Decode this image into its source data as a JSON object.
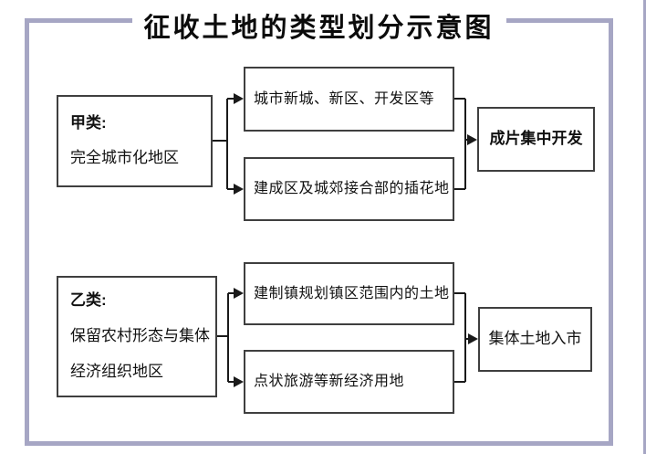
{
  "title": "征收土地的类型划分示意图",
  "colors": {
    "frame": "#a6a6c4",
    "box_border": "#3f3f3f",
    "connector": "#1a1a1a",
    "text": "#111111",
    "background": "#ffffff"
  },
  "groups": [
    {
      "source": {
        "heading": "甲类:",
        "lines": [
          "完全城市化地区"
        ]
      },
      "branches": [
        "城市新城、新区、开发区等",
        "建成区及城郊接合部的插花地"
      ],
      "result": "成片集中开发"
    },
    {
      "source": {
        "heading": "乙类:",
        "lines": [
          "保留农村形态与集体",
          "经济组织地区"
        ]
      },
      "branches": [
        "建制镇规划镇区范围内的土地",
        "点状旅游等新经济用地"
      ],
      "result": "集体土地入市"
    }
  ]
}
